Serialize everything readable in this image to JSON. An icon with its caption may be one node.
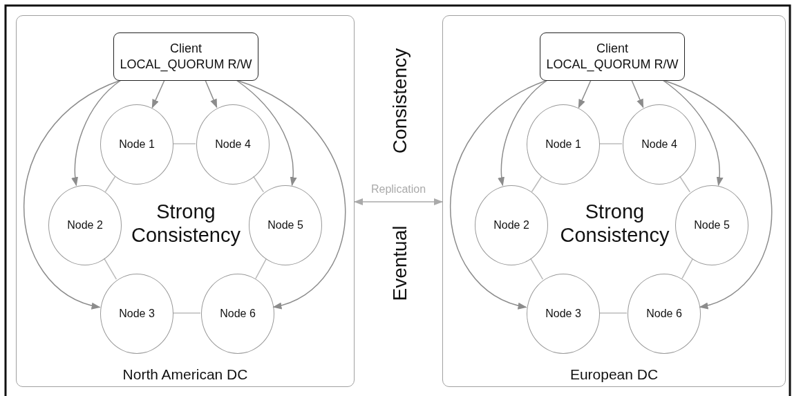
{
  "diagram": {
    "nodes": [
      {
        "text": [
          "Strong Consistency",
          "North American DC"
        ]
      },
      {
        "text": [
          "Client",
          "LOCAL_QUORUM R/W"
        ],
        "in": 0
      },
      {
        "text": [
          "Node 1"
        ],
        "in": 0
      },
      {
        "text": [
          "Node 4"
        ],
        "in": 0
      },
      {
        "text": [
          "Node 2"
        ],
        "in": 0
      },
      {
        "text": [
          "Node 5"
        ],
        "in": 0
      },
      {
        "text": [
          "Node 3"
        ],
        "in": 0
      },
      {
        "text": [
          "Node 6"
        ],
        "in": 0
      },
      {
        "text": [
          "Strong Consistency",
          "European DC"
        ]
      },
      {
        "text": [
          "Client",
          "LOCAL_QUORUM R/W"
        ],
        "in": 8
      },
      {
        "text": [
          "Node 1"
        ],
        "in": 8
      },
      {
        "text": [
          "Node 4"
        ],
        "in": 8
      },
      {
        "text": [
          "Node 2"
        ],
        "in": 8
      },
      {
        "text": [
          "Node 5"
        ],
        "in": 8
      },
      {
        "text": [
          "Node 3"
        ],
        "in": 8
      },
      {
        "text": [
          "Node 6"
        ],
        "in": 8
      }
    ],
    "edges": [
      {
        "from": 1,
        "to": 2,
        "arrow": "to"
      },
      {
        "from": 1,
        "to": 3,
        "arrow": "to"
      },
      {
        "from": 1,
        "to": 4,
        "arrow": "to"
      },
      {
        "from": 1,
        "to": 5,
        "arrow": "to"
      },
      {
        "from": 1,
        "to": 6,
        "arrow": "to"
      },
      {
        "from": 1,
        "to": 7,
        "arrow": "to"
      },
      {
        "from": 2,
        "to": 3,
        "arrow": "none",
        "color": "#bbbbbb"
      },
      {
        "from": 3,
        "to": 5,
        "arrow": "none",
        "color": "#bbbbbb"
      },
      {
        "from": 5,
        "to": 7,
        "arrow": "none",
        "color": "#bbbbbb"
      },
      {
        "from": 7,
        "to": 6,
        "arrow": "none",
        "color": "#bbbbbb"
      },
      {
        "from": 6,
        "to": 4,
        "arrow": "none",
        "color": "#bbbbbb"
      },
      {
        "from": 4,
        "to": 2,
        "arrow": "none",
        "color": "#bbbbbb"
      },
      {
        "from": 9,
        "to": 10,
        "arrow": "to"
      },
      {
        "from": 9,
        "to": 11,
        "arrow": "to"
      },
      {
        "from": 9,
        "to": 12,
        "arrow": "to"
      },
      {
        "from": 9,
        "to": 13,
        "arrow": "to"
      },
      {
        "from": 9,
        "to": 14,
        "arrow": "to"
      },
      {
        "from": 9,
        "to": 15,
        "arrow": "to"
      },
      {
        "from": 10,
        "to": 11,
        "arrow": "none",
        "color": "#bbbbbb"
      },
      {
        "from": 11,
        "to": 13,
        "arrow": "none",
        "color": "#bbbbbb"
      },
      {
        "from": 13,
        "to": 15,
        "arrow": "none",
        "color": "#bbbbbb"
      },
      {
        "from": 15,
        "to": 14,
        "arrow": "none",
        "color": "#bbbbbb"
      },
      {
        "from": 14,
        "to": 12,
        "arrow": "none",
        "color": "#bbbbbb"
      },
      {
        "from": 12,
        "to": 10,
        "arrow": "none",
        "color": "#bbbbbb"
      },
      {
        "from": 0,
        "to": 8,
        "arrow": "both",
        "label": "Replication",
        "color": "#aaaaaa"
      }
    ],
    "labels": [
      "Eventual",
      "Consistency"
    ]
  }
}
